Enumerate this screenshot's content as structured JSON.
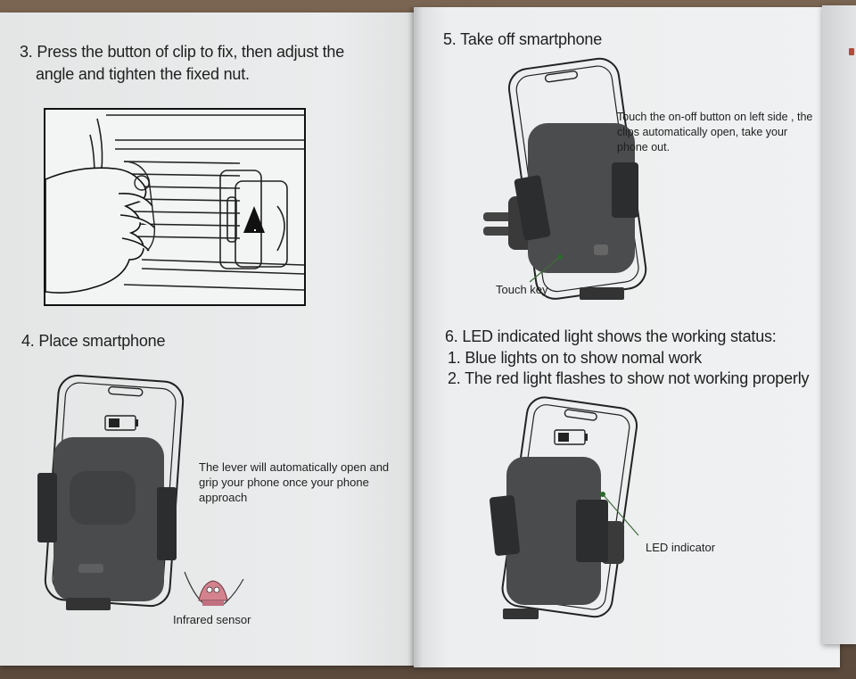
{
  "step3": {
    "line1": "3. Press the button of clip to fix, then adjust the",
    "line2": "angle and tighten the fixed nut."
  },
  "step4": {
    "heading": "4. Place smartphone",
    "note": "The lever will automatically open and grip your phone once your phone approach",
    "sensor_label": "Infrared sensor"
  },
  "step5": {
    "heading": "5. Take off smartphone",
    "note": "Touch the on-off button on left side , the clips automatically open, take your phone out.",
    "touch_label": "Touch key"
  },
  "step6": {
    "heading": "6. LED indicated light shows the working status:",
    "item1": "1. Blue lights on to show nomal work",
    "item2": "2. The red light flashes to show not working properly",
    "led_label": "LED indicator"
  },
  "colors": {
    "paper": "#eceeef",
    "ink": "#1f1f1f",
    "table": "#6b5a4a",
    "sensor": "#d4828e",
    "mount": "#3a3a3a"
  }
}
